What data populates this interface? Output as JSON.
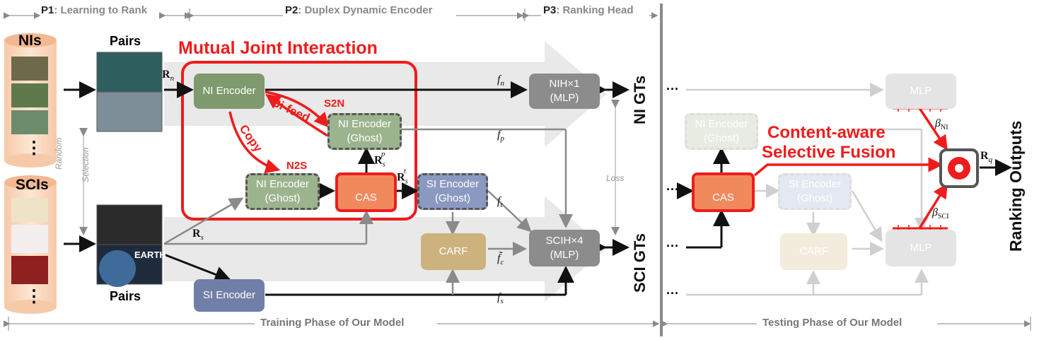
{
  "header": {
    "p1_tag": "P1",
    "p1_text": ": Learning to Rank",
    "p2_tag": "P2",
    "p2_text": ": Duplex Dynamic Encoder",
    "p3_tag": "P3",
    "p3_text": ": Ranking Head"
  },
  "inputs": {
    "nis": "NIs",
    "scis": "SCIs",
    "pairs_top": "Pairs",
    "pairs_bottom": "Pairs",
    "random": "Random",
    "selection": "Selection",
    "earth": "EARTH",
    "dots": "⋮"
  },
  "labels": {
    "mutual": "Mutual Joint Interaction",
    "bifeed": "Bi-feed",
    "copy": "Copy",
    "s2n": "S2N",
    "n2s": "N2S",
    "loss": "Loss",
    "ni_gts": "NI GTs",
    "sci_gts": "SCI GTs",
    "content_aware_1": "Content-aware",
    "content_aware_2": "Selective Fusion",
    "ranking_outputs": "Ranking Outputs",
    "training_phase": "Training Phase of Our Model",
    "testing_phase": "Testing Phase of Our Model",
    "ellipsis": "···"
  },
  "math": {
    "rn": "R",
    "rn_sub": "n",
    "rs": "R",
    "rs_sub": "s",
    "rsp": "R",
    "rsp_sub": "s",
    "rsp_sup": "p",
    "rst": "R",
    "rst_sub": "s",
    "rst_sup": "t",
    "rq": "R",
    "rq_sub": "q",
    "fn": "f",
    "fn_sub": "n",
    "fp": "f",
    "fp_sub": "p",
    "ft": "f",
    "ft_sub": "t",
    "fc": "f̃",
    "fc_sub": "c",
    "fs": "f",
    "fs_sub": "s",
    "bni": "β",
    "bni_sub": "NI",
    "bsci": "β",
    "bsci_sub": "SCI"
  },
  "boxes": {
    "ni_encoder": "NI Encoder",
    "ni_encoder_ghost_1": "NI Encoder",
    "ghost": "(Ghost)",
    "ni_encoder_ghost_2": "NI Encoder",
    "cas": "CAS",
    "si_encoder_ghost": "SI Encoder",
    "si_encoder": "SI Encoder",
    "carf": "CARF",
    "nih_1": "NIH×1",
    "sciH_1": "SCIH×4",
    "mlp_paren": "(MLP)",
    "mlp": "MLP",
    "test_ni_encoder": "NI Encoder",
    "test_si_encoder": "SI Encoder",
    "test_cas": "CAS",
    "test_carf": "CARF",
    "test_mlp_top": "MLP",
    "test_mlp_bottom": "MLP"
  },
  "colors": {
    "red": "#ee1c1c",
    "green": "#7f9a6e",
    "blue": "#6f7fa8",
    "tan": "#cdb27e",
    "gray_box": "#8c8c8c",
    "cas_fill": "#f08a5d"
  }
}
